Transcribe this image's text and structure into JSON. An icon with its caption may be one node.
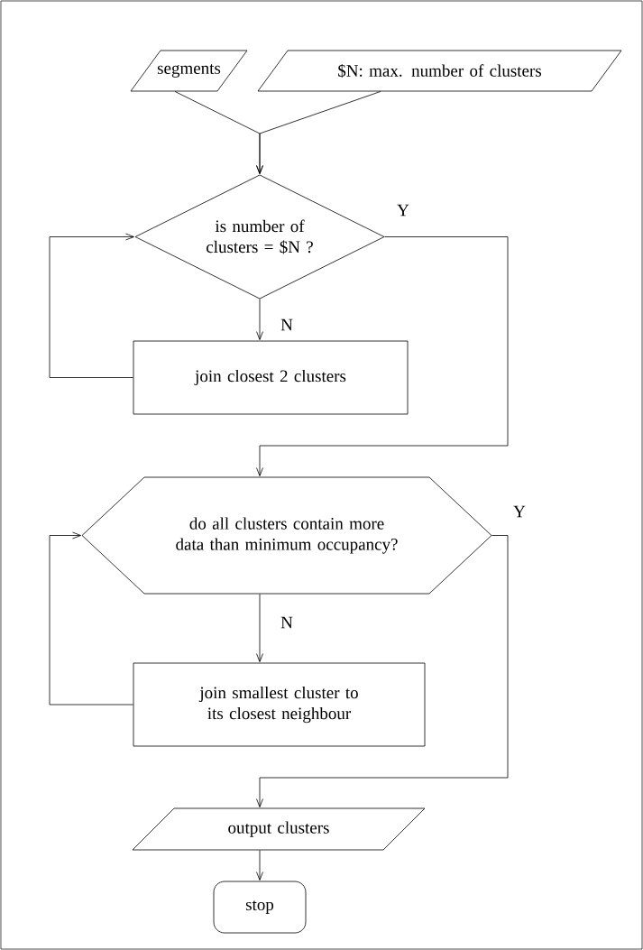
{
  "diagram": {
    "nodes": [
      {
        "text": [
          "segments"
        ]
      },
      {
        "text": [
          "$N: max. number of clusters"
        ]
      },
      {
        "text": [
          "is number of clusters = $N ?"
        ]
      },
      {
        "text": [
          "join closest 2 clusters"
        ]
      },
      {
        "text": [
          "do all clusters contain more data than minimum occupancy?"
        ]
      },
      {
        "text": [
          "join smallest cluster to its closest neighbour"
        ]
      },
      {
        "text": [
          "output clusters"
        ]
      },
      {
        "text": [
          "stop"
        ]
      }
    ],
    "edges": [
      {
        "from": 0,
        "to": 2,
        "arrow": "to"
      },
      {
        "from": 1,
        "to": 2,
        "arrow": "to"
      },
      {
        "from": 2,
        "to": 3,
        "arrow": "to",
        "label": "N"
      },
      {
        "from": 3,
        "to": 2,
        "arrow": "to"
      },
      {
        "from": 2,
        "to": 4,
        "arrow": "to",
        "label": "Y"
      },
      {
        "from": 4,
        "to": 5,
        "arrow": "to",
        "label": "N"
      },
      {
        "from": 5,
        "to": 4,
        "arrow": "to"
      },
      {
        "from": 4,
        "to": 6,
        "arrow": "to",
        "label": "Y"
      },
      {
        "from": 6,
        "to": 7,
        "arrow": "to"
      }
    ]
  }
}
